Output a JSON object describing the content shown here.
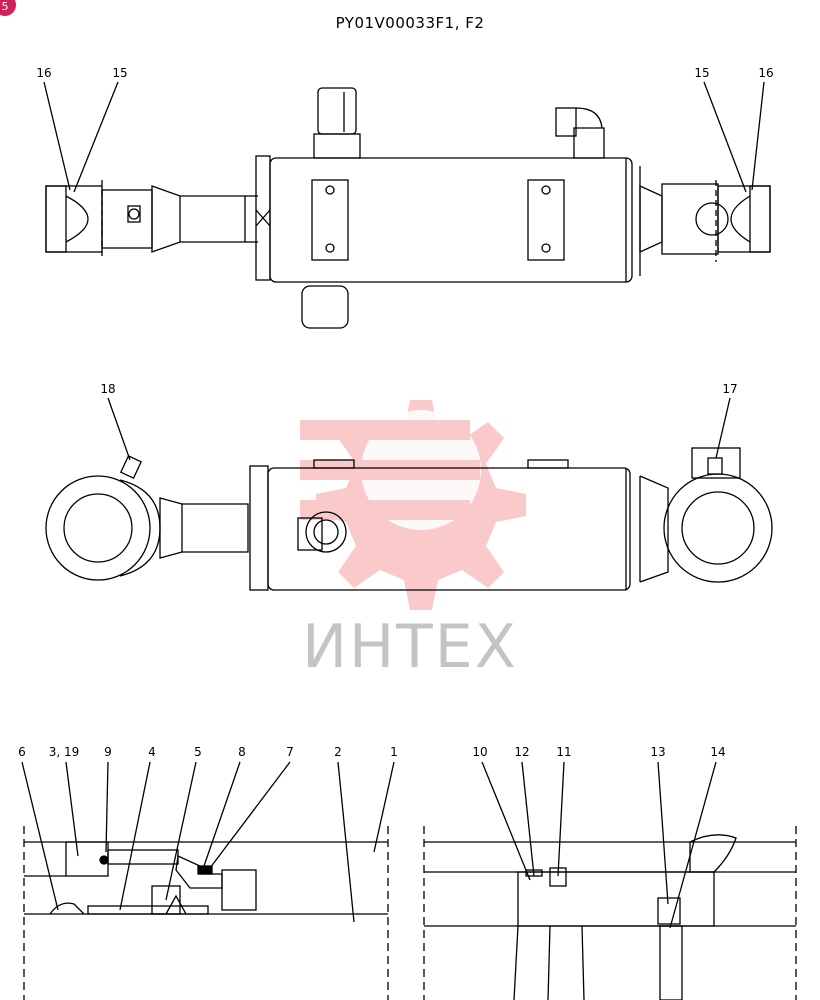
{
  "diagram": {
    "title": "PY01V00033F1, F2",
    "badge": "5",
    "watermark_text": "ИНТЕХ",
    "callouts_top": [
      "16",
      "15",
      "15",
      "16"
    ],
    "callouts_middle": [
      "18",
      "17"
    ],
    "callouts_bottom_left": [
      "6",
      "3, 19",
      "9",
      "4",
      "5",
      "8",
      "7",
      "2",
      "1"
    ],
    "callouts_bottom_right": [
      "10",
      "12",
      "11",
      "13",
      "14"
    ],
    "colors": {
      "line": "#000000",
      "watermark": "#f26b6b",
      "watermark_text": "#c4c4c4",
      "badge": "#d0215a"
    }
  }
}
